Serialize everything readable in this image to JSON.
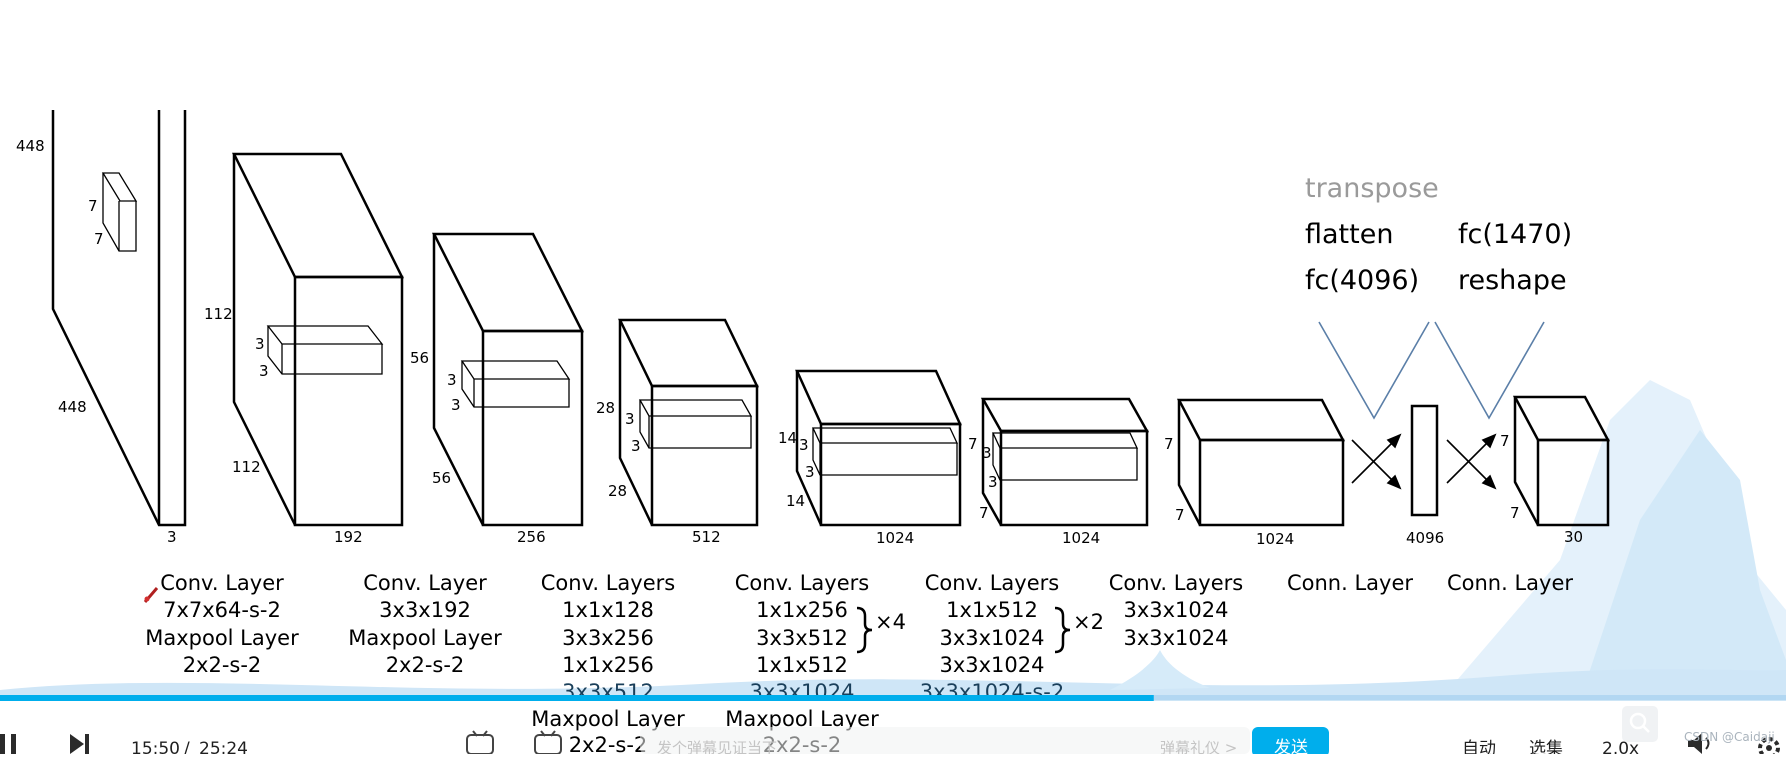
{
  "diagram": {
    "dims": {
      "input_h": "448",
      "input_w": "448",
      "input_c": "3",
      "input_k1": "7",
      "input_k2": "7",
      "l1_h": "112",
      "l1_w": "112",
      "l1_c": "192",
      "l1_k1": "3",
      "l1_k2": "3",
      "l2_h": "56",
      "l2_w": "56",
      "l2_c": "256",
      "l2_k1": "3",
      "l2_k2": "3",
      "l3_h": "28",
      "l3_w": "28",
      "l3_c": "512",
      "l3_k1": "3",
      "l3_k2": "3",
      "l4_h": "14",
      "l4_w": "14",
      "l4_c": "1024",
      "l4_k1": "3",
      "l4_k2": "3",
      "l5_h": "7",
      "l5_w": "7",
      "l5_c": "1024",
      "l5_k1": "3",
      "l5_k2": "3",
      "l6_h": "7",
      "l6_w": "7",
      "l6_c": "1024",
      "fc_len": "4096",
      "out_h": "7",
      "out_w": "7",
      "out_c": "30"
    },
    "captions": {
      "c1": [
        "Conv. Layer",
        "7x7x64-s-2",
        "Maxpool Layer",
        "2x2-s-2"
      ],
      "c2": [
        "Conv. Layer",
        "3x3x192",
        "Maxpool Layer",
        "2x2-s-2"
      ],
      "c3": [
        "Conv. Layers",
        "1x1x128",
        "3x3x256",
        "1x1x256",
        "3x3x512",
        "Maxpool Layer",
        "2x2-s-2"
      ],
      "c4": [
        "Conv. Layers",
        "1x1x256",
        "3x3x512",
        "1x1x512",
        "3x3x1024",
        "Maxpool Layer",
        "2x2-s-2"
      ],
      "c4_repeat": "×4",
      "c5": [
        "Conv. Layers",
        "1x1x512",
        "3x3x1024",
        "3x3x1024",
        "3x3x1024-s-2"
      ],
      "c5_repeat": "×2",
      "c6": [
        "Conv. Layers",
        "3x3x1024",
        "3x3x1024"
      ],
      "c7": [
        "Conn. Layer"
      ],
      "c8": [
        "Conn. Layer"
      ]
    },
    "annotations": {
      "transpose": "transpose",
      "flatten": "flatten",
      "fc4096": "fc(4096)",
      "fc1470": "fc(1470)",
      "reshape": "reshape"
    }
  },
  "player": {
    "time_current": "15:50",
    "time_separator": "/",
    "time_total": "25:24",
    "progress": 0.646,
    "danmaku_placeholder": "发个弹幕见证当下",
    "danmaku_etiquette": "弹幕礼仪 >",
    "send_label": "发送",
    "quality_label": "自动",
    "episodes_label": "选集",
    "speed_label": "2.0x",
    "watermark": "CSDN @Caidaji",
    "accent_color": "#00aeec"
  }
}
